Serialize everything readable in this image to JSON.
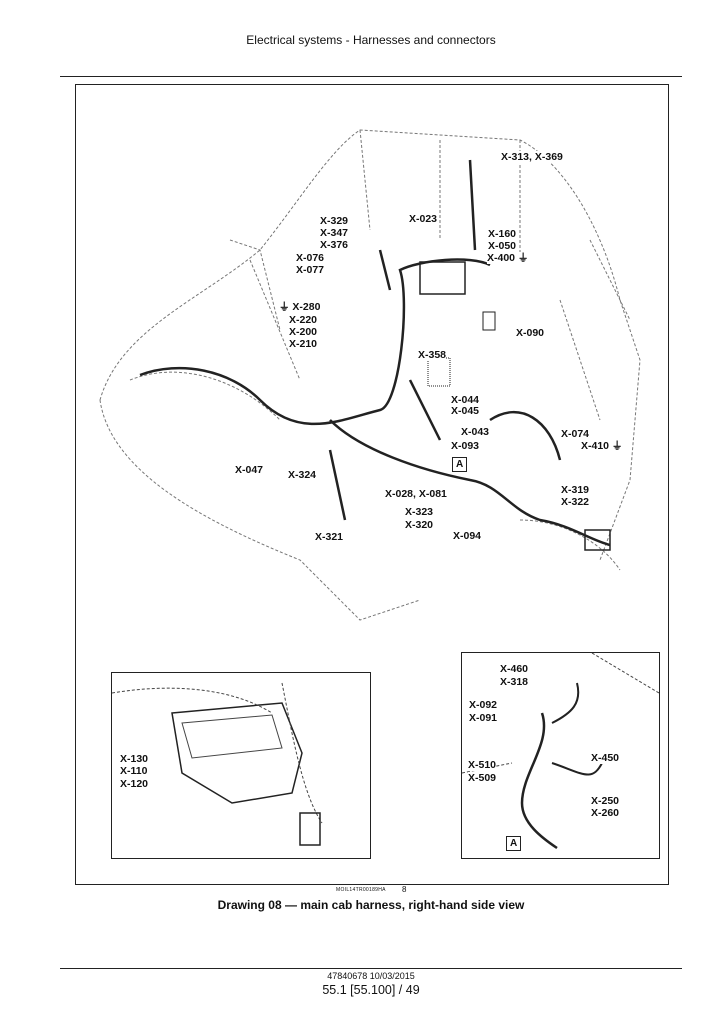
{
  "header": {
    "title": "Electrical systems - Harnesses and connectors"
  },
  "figure": {
    "id": "MOIL14TR00189HA",
    "number": "8",
    "caption": "Drawing 08 — main cab harness, right-hand side view",
    "main_labels": [
      "X-313, X-369",
      "X-329",
      "X-347",
      "X-376",
      "X-023",
      "X-076",
      "X-077",
      "X-160",
      "X-050",
      "X-400 ⏚",
      "X-090",
      "⏚ X-280",
      "X-220",
      "X-200",
      "X-210",
      "X-358",
      "X-044",
      "X-045",
      "X-043",
      "X-093",
      "X-074",
      "X-410 ⏚",
      "X-047",
      "X-324",
      "X-319",
      "X-322",
      "X-028, X-081",
      "X-323",
      "X-320",
      "X-094",
      "X-321"
    ],
    "detail_marker": "A",
    "left_inset_labels": [
      "X-130",
      "X-110",
      "X-120"
    ],
    "right_inset_labels": [
      "X-460",
      "X-318",
      "X-092",
      "X-091",
      "X-450",
      "X-510",
      "X-509",
      "X-250",
      "X-260"
    ]
  },
  "footer": {
    "doc": "47840678 10/03/2015",
    "page": "55.1 [55.100] / 49"
  }
}
